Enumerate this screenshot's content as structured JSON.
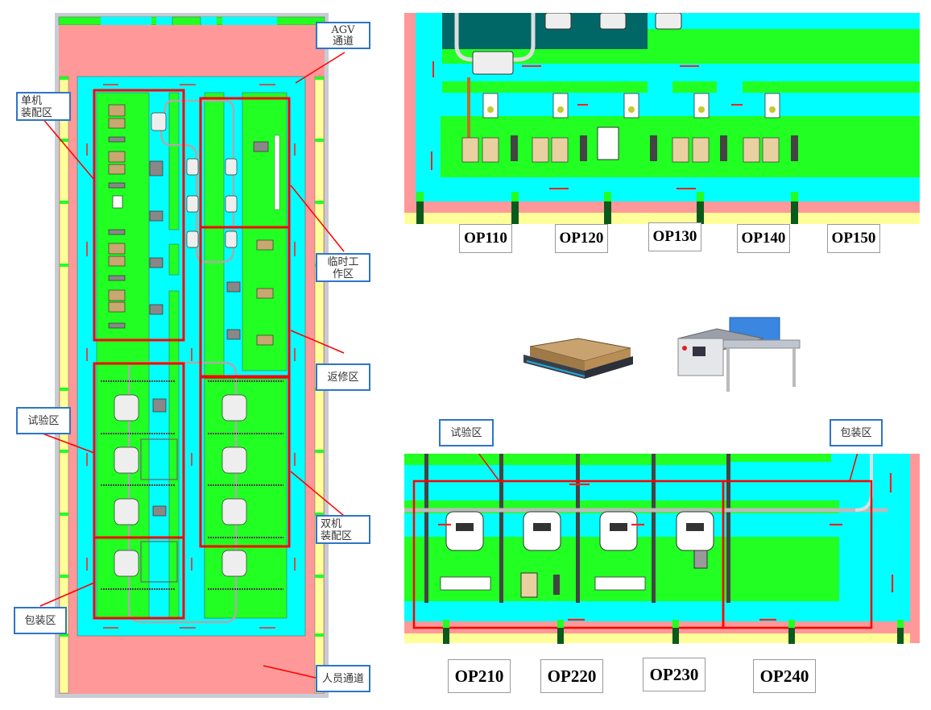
{
  "colors": {
    "walkway": "#ff9999",
    "agv_aisle": "#00ffff",
    "work_area": "#22ff22",
    "wall_strip": "#ffff99",
    "zone_border": "#ff0000",
    "callout_border": "#2e75c8",
    "dark_teal": "#006666",
    "pillar": "#0a5a1e"
  },
  "overview": {
    "callouts": {
      "agv_channel": "AGV\n通道",
      "single_assembly": "单机\n装配区",
      "temp_work": "临时工\n作区",
      "repair": "返修区",
      "test": "试验区",
      "dual_assembly": "双机\n装配区",
      "packing": "包装区",
      "personnel_channel": "人员通道"
    }
  },
  "detail_top": {
    "stations": [
      "OP110",
      "OP120",
      "OP130",
      "OP140",
      "OP150"
    ]
  },
  "equipment": {
    "items": [
      "agv-with-pallet",
      "roller-conveyor-station"
    ]
  },
  "detail_bottom": {
    "callouts": {
      "test": "试验区",
      "packing": "包装区"
    },
    "stations": [
      "OP210",
      "OP220",
      "OP230",
      "OP240"
    ]
  }
}
